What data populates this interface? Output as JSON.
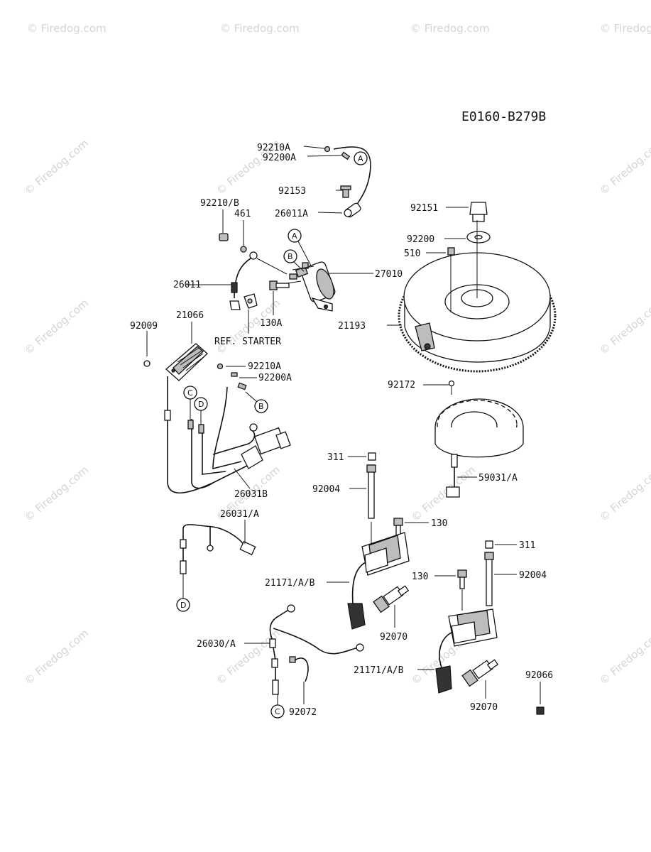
{
  "diagram_code": "E0160-B279B",
  "watermark_text": "© Firedog.com",
  "reference_note": "REF. STARTER",
  "part_labels": {
    "p92210A_top": "92210A",
    "p92200A_top": "92200A",
    "p92153": "92153",
    "p26011A": "26011A",
    "p92210B": "92210/B",
    "p461": "461",
    "p27010": "27010",
    "p26011": "26011",
    "p130A": "130A",
    "p92009": "92009",
    "p21066": "21066",
    "p92210A_mid": "92210A",
    "p92200A_mid": "92200A",
    "p26031B": "26031B",
    "p26031A": "26031/A",
    "p92151": "92151",
    "p92200": "92200",
    "p510": "510",
    "p21193": "21193",
    "p92172": "92172",
    "p59031A": "59031/A",
    "p311_left": "311",
    "p92004_left": "92004",
    "p130_left": "130",
    "p21171_left": "21171/A/B",
    "p92070_left": "92070",
    "p311_right": "311",
    "p92004_right": "92004",
    "p130_right": "130",
    "p21171_right": "21171/A/B",
    "p92070_right": "92070",
    "p92066": "92066",
    "p26030A": "26030/A",
    "p92072": "92072"
  },
  "connectors": {
    "A1": "A",
    "A2": "A",
    "B1": "B",
    "B2": "B",
    "C1": "C",
    "C2": "C",
    "D1": "D",
    "D2": "D"
  }
}
